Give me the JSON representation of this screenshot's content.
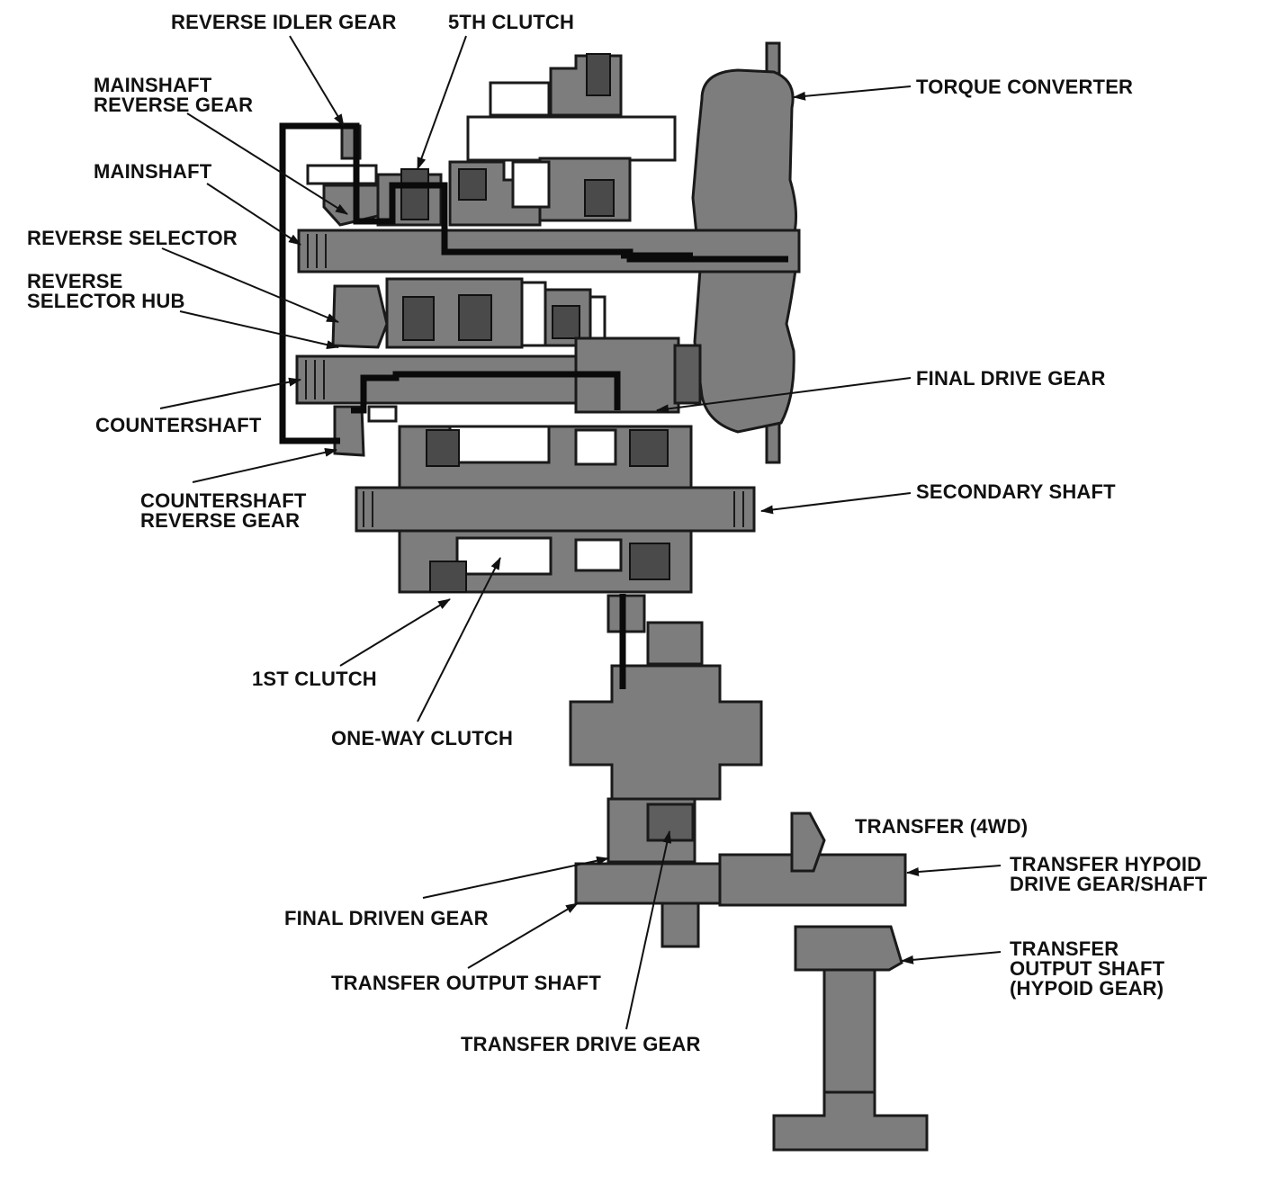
{
  "labels": {
    "reverse_idler_gear": "REVERSE IDLER GEAR",
    "fifth_clutch": "5TH CLUTCH",
    "mainshaft_reverse_gear_1": "MAINSHAFT",
    "mainshaft_reverse_gear_2": "REVERSE GEAR",
    "mainshaft": "MAINSHAFT",
    "reverse_selector": "REVERSE SELECTOR",
    "reverse_selector_hub_1": "REVERSE",
    "reverse_selector_hub_2": "SELECTOR HUB",
    "countershaft": "COUNTERSHAFT",
    "countershaft_reverse_gear_1": "COUNTERSHAFT",
    "countershaft_reverse_gear_2": "REVERSE GEAR",
    "torque_converter": "TORQUE CONVERTER",
    "final_drive_gear": "FINAL DRIVE GEAR",
    "secondary_shaft": "SECONDARY SHAFT",
    "first_clutch": "1ST CLUTCH",
    "one_way_clutch": "ONE-WAY CLUTCH",
    "transfer_4wd": "TRANSFER (4WD)",
    "transfer_hypoid_1": "TRANSFER HYPOID",
    "transfer_hypoid_2": "DRIVE GEAR/SHAFT",
    "final_driven_gear": "FINAL DRIVEN GEAR",
    "transfer_output_shaft": "TRANSFER OUTPUT SHAFT",
    "transfer_output_hypoid_1": "TRANSFER",
    "transfer_output_hypoid_2": "OUTPUT SHAFT",
    "transfer_output_hypoid_3": "(HYPOID GEAR)",
    "transfer_drive_gear": "TRANSFER DRIVE GEAR"
  },
  "icons": {
    "arrowhead": "arrowhead-icon"
  }
}
